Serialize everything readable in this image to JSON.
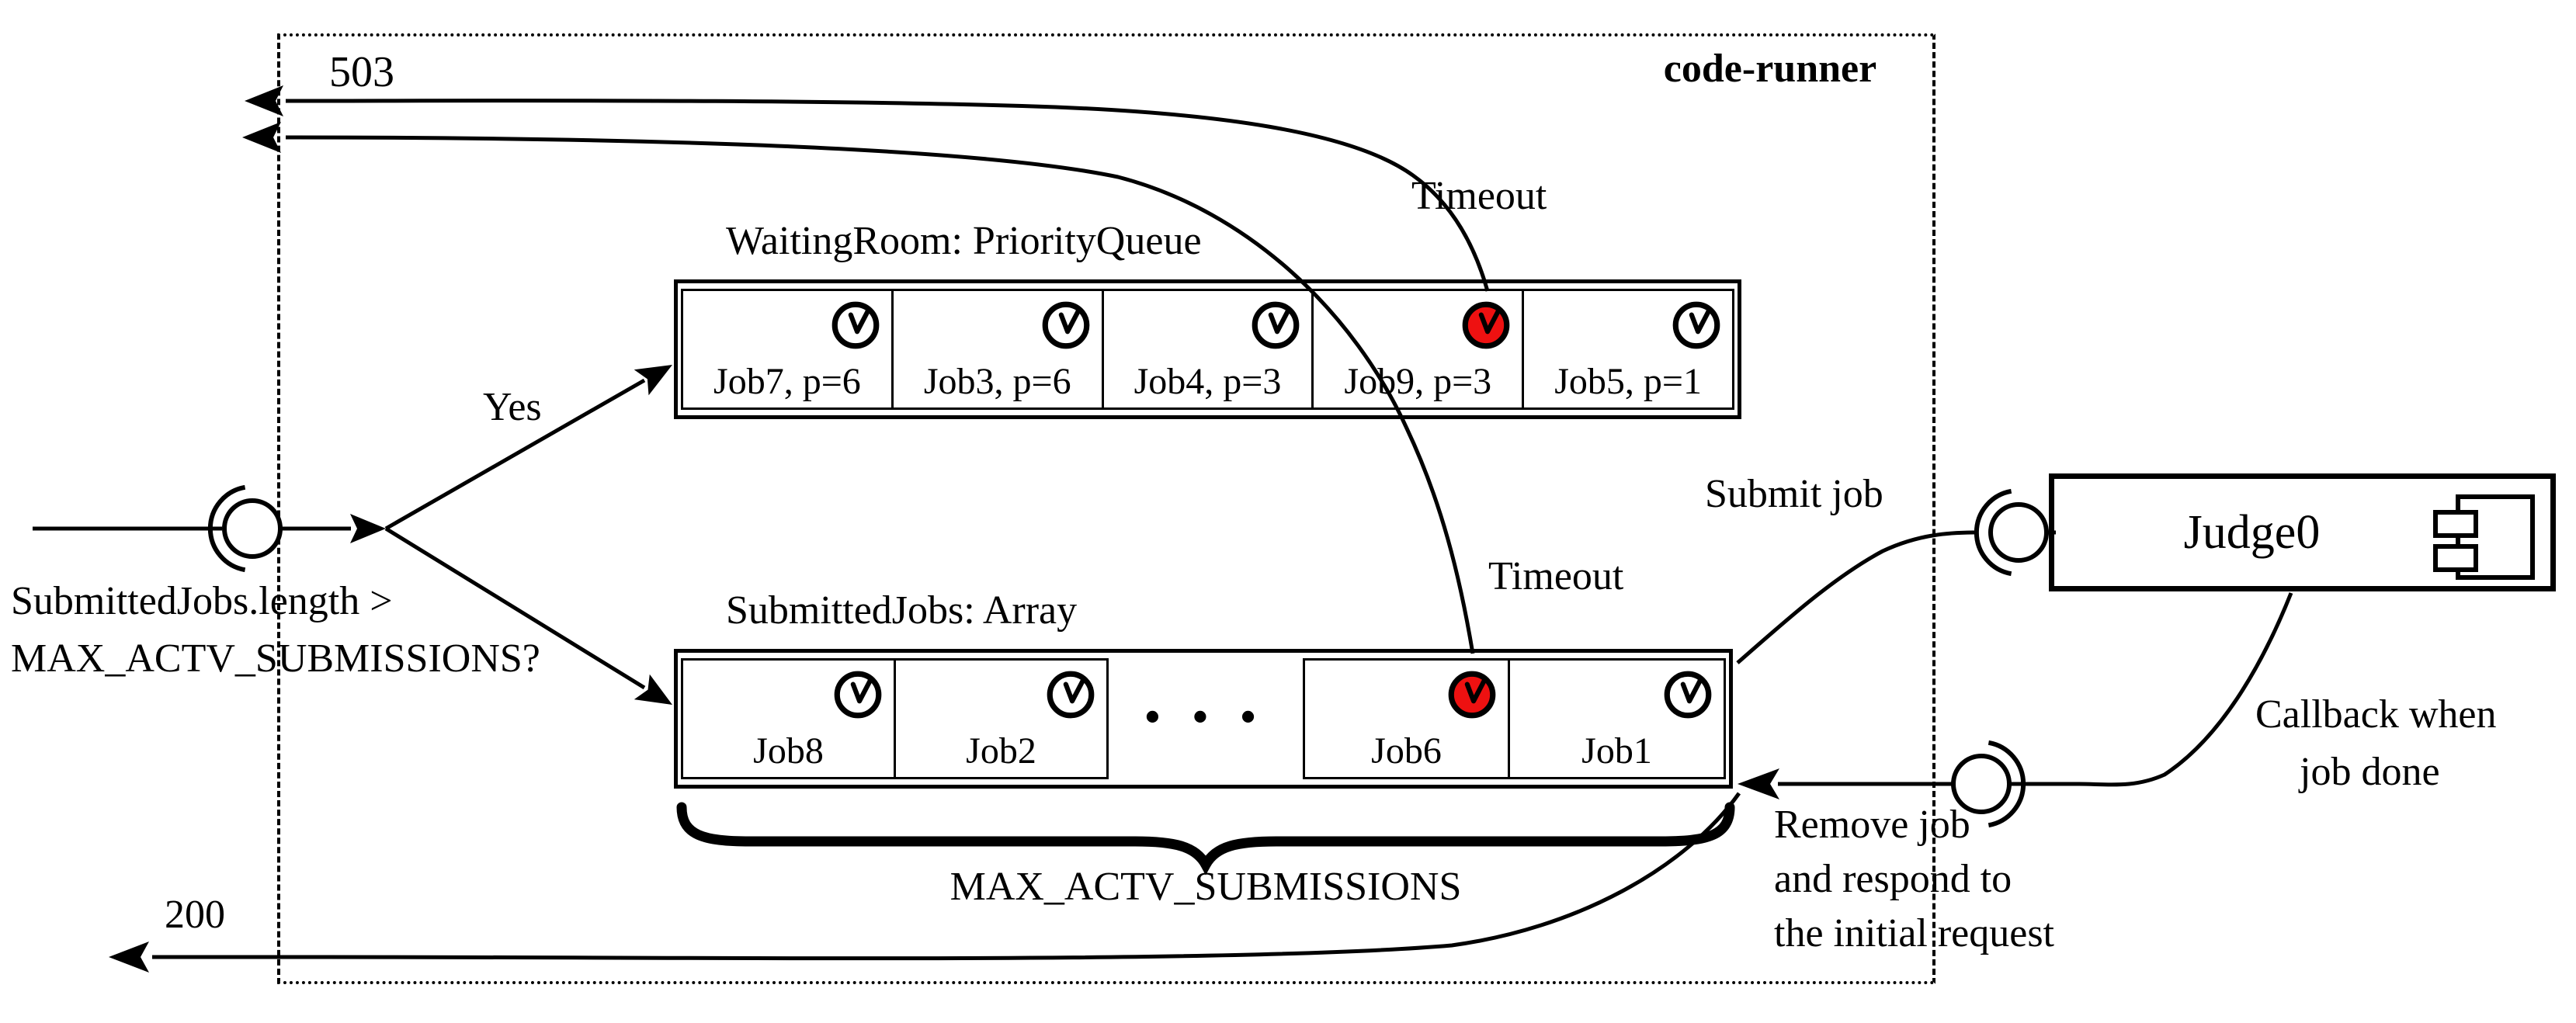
{
  "colors": {
    "timeout_clock": "#ee1111",
    "stroke": "#000000",
    "background": "#ffffff"
  },
  "boundary": {
    "label": "code-runner"
  },
  "responses": {
    "service_unavailable": "503",
    "ok": "200"
  },
  "decision": {
    "line1": "SubmittedJobs.length >",
    "line2": "MAX_ACTV_SUBMISSIONS?",
    "yes": "Yes"
  },
  "timeout": {
    "waiting_room": "Timeout",
    "submitted_jobs": "Timeout"
  },
  "waiting_room": {
    "title": "WaitingRoom: PriorityQueue",
    "cells": [
      {
        "label": "Job7, p=6",
        "clock": "normal"
      },
      {
        "label": "Job3, p=6",
        "clock": "normal"
      },
      {
        "label": "Job4, p=3",
        "clock": "normal"
      },
      {
        "label": "Job9, p=3",
        "clock": "timeout"
      },
      {
        "label": "Job5, p=1",
        "clock": "normal"
      }
    ]
  },
  "submitted_jobs": {
    "title": "SubmittedJobs: Array",
    "cells_left": [
      {
        "label": "Job8",
        "clock": "normal"
      },
      {
        "label": "Job2",
        "clock": "normal"
      }
    ],
    "ellipsis": "• • •",
    "cells_right": [
      {
        "label": "Job6",
        "clock": "timeout"
      },
      {
        "label": "Job1",
        "clock": "normal"
      }
    ]
  },
  "capacity": {
    "label": "MAX_ACTV_SUBMISSIONS"
  },
  "external": {
    "judge0": "Judge0",
    "submit": "Submit job",
    "callback_line1": "Callback when",
    "callback_line2": "job done"
  },
  "removal": {
    "line1": "Remove job",
    "line2": "and respond to",
    "line3": "the initial request"
  }
}
